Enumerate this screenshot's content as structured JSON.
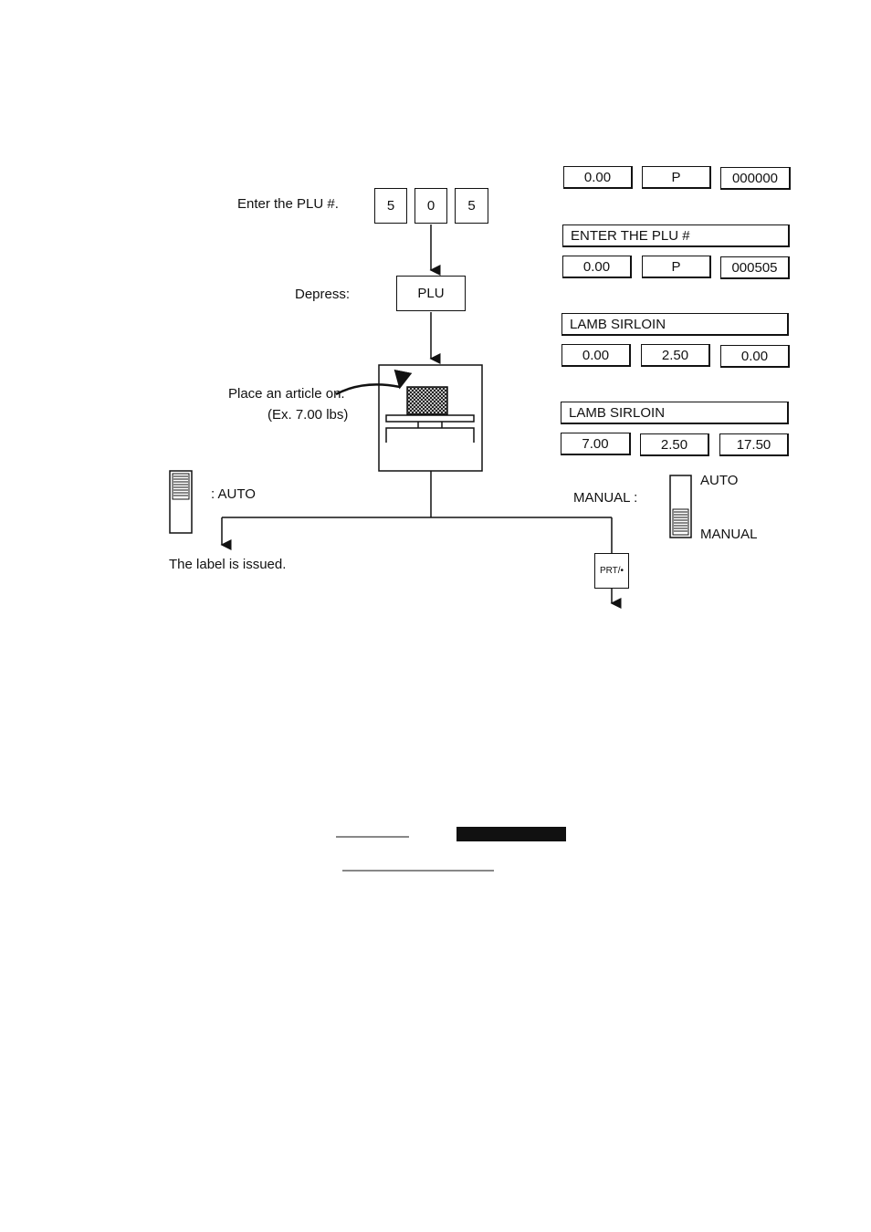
{
  "flow": {
    "enter_plu_label": "Enter the PLU #.",
    "plu_digits": [
      "5",
      "0",
      "5"
    ],
    "depress_label": "Depress:",
    "plu_key": "PLU",
    "place_article_label": "Place an article on.",
    "example_weight": "(Ex. 7.00 lbs)",
    "auto_switch_label": ": AUTO",
    "label_issued": "The label is issued.",
    "manual_label": "MANUAL :",
    "switch_auto": "AUTO",
    "switch_manual": "MANUAL",
    "print_key": "PRT/•"
  },
  "displays": {
    "row1": [
      "0.00",
      "P",
      "000000"
    ],
    "prompt": "ENTER THE PLU #",
    "row2": [
      "0.00",
      "P",
      "000505"
    ],
    "item_name_1": "LAMB SIRLOIN",
    "row3": [
      "0.00",
      "2.50",
      "0.00"
    ],
    "item_name_2": "LAMB SIRLOIN",
    "row4": [
      "7.00",
      "2.50",
      "17.50"
    ]
  }
}
